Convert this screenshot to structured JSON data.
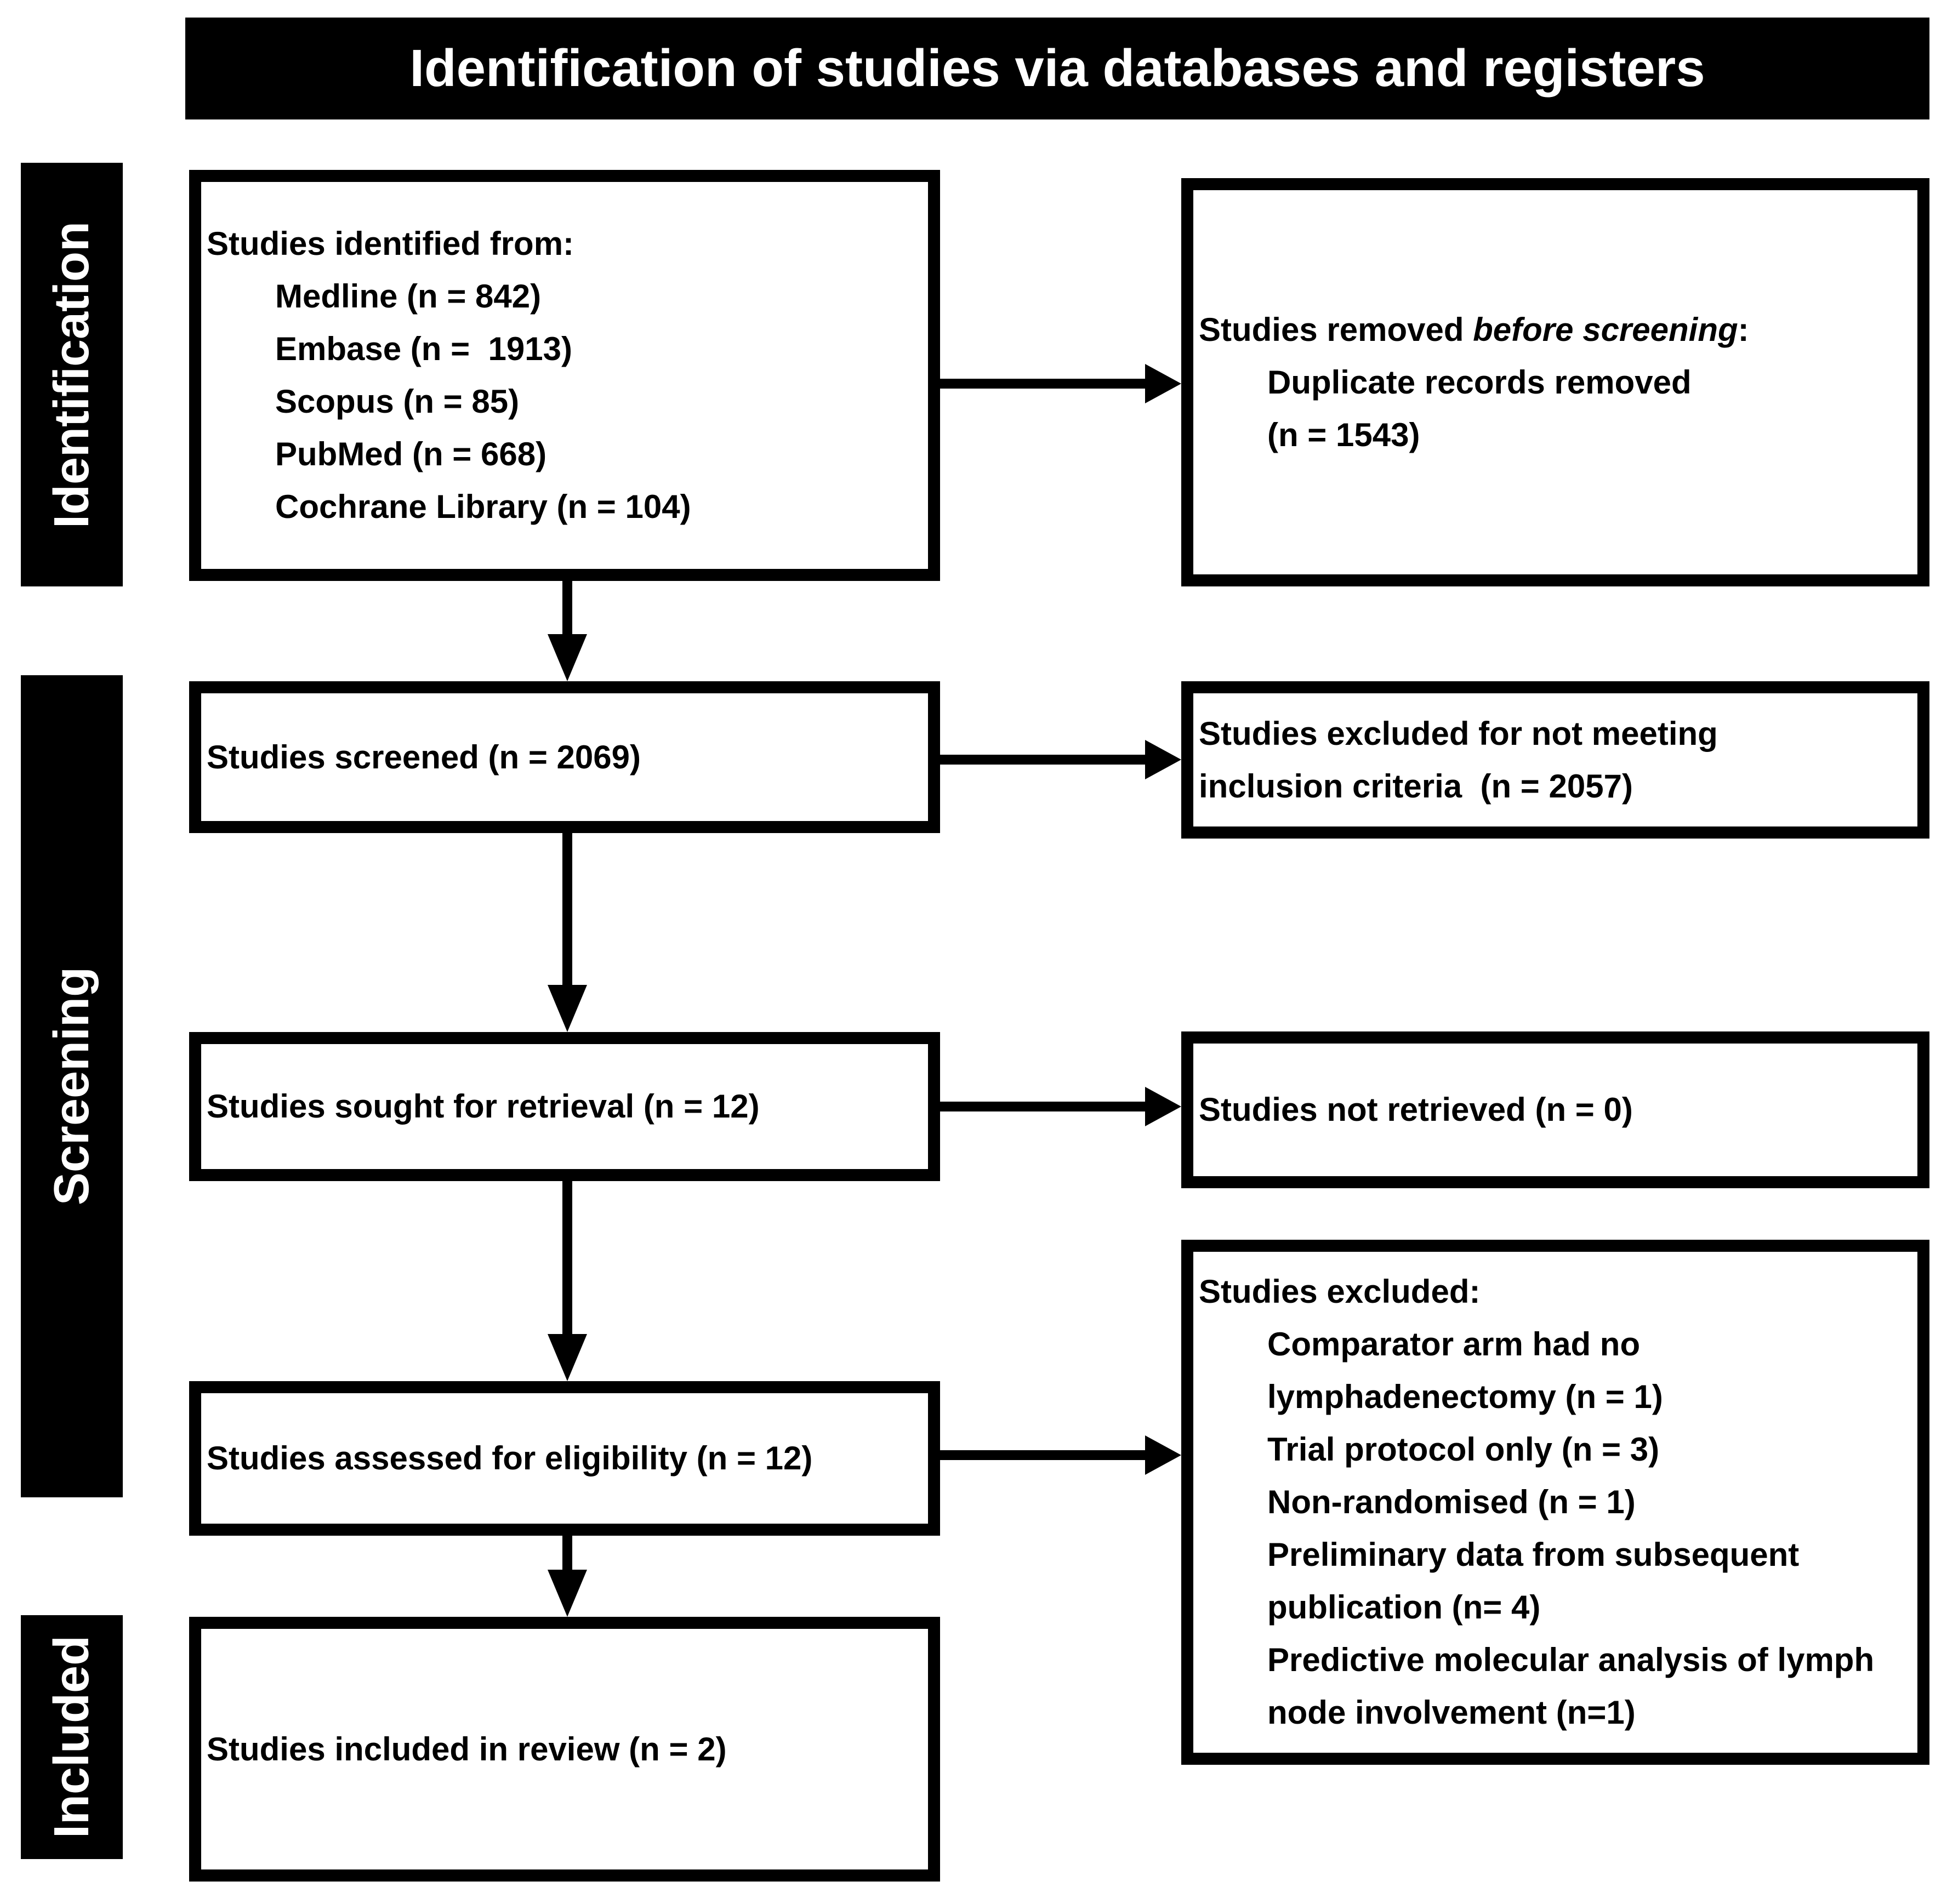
{
  "title": "Identification of studies via databases and registers",
  "stages": [
    {
      "label": "Identification"
    },
    {
      "label": "Screening"
    },
    {
      "label": "Included"
    }
  ],
  "boxes": {
    "identified": {
      "intro": "Studies identified from:",
      "items": [
        "Medline (n = 842)",
        "Embase (n =  1913)",
        "Scopus (n = 85)",
        "PubMed (n = 668)",
        "Cochrane Library (n = 104)"
      ]
    },
    "removed": {
      "intro_prefix": "Studies removed ",
      "intro_emphasis": "before screening",
      "intro_suffix": ":",
      "items": [
        "Duplicate records removed",
        "(n = 1543)"
      ]
    },
    "screened": {
      "text": "Studies screened (n = 2069)"
    },
    "excluded_screening": {
      "lines": [
        "Studies excluded for not meeting",
        "inclusion criteria  (n = 2057)"
      ]
    },
    "sought": {
      "text": "Studies sought for retrieval (n = 12)"
    },
    "not_retrieved": {
      "text": "Studies not retrieved (n = 0)"
    },
    "assessed": {
      "text": "Studies assessed for eligibility (n = 12)"
    },
    "excluded_eligibility": {
      "intro": "Studies excluded:",
      "items": [
        "Comparator arm had no lymphadenectomy (n = 1)",
        "Trial protocol only (n = 3)",
        "Non-randomised (n = 1)",
        "Preliminary data from subsequent publication (n= 4)",
        "Predictive molecular analysis of lymph node involvement (n=1)"
      ]
    },
    "included": {
      "text": "Studies included in review (n = 2)"
    }
  },
  "colors": {
    "bar_bg": "#000000",
    "bar_text": "#ffffff",
    "box_border": "#000000",
    "box_bg": "#ffffff",
    "text": "#000000",
    "page_bg": "#ffffff"
  }
}
